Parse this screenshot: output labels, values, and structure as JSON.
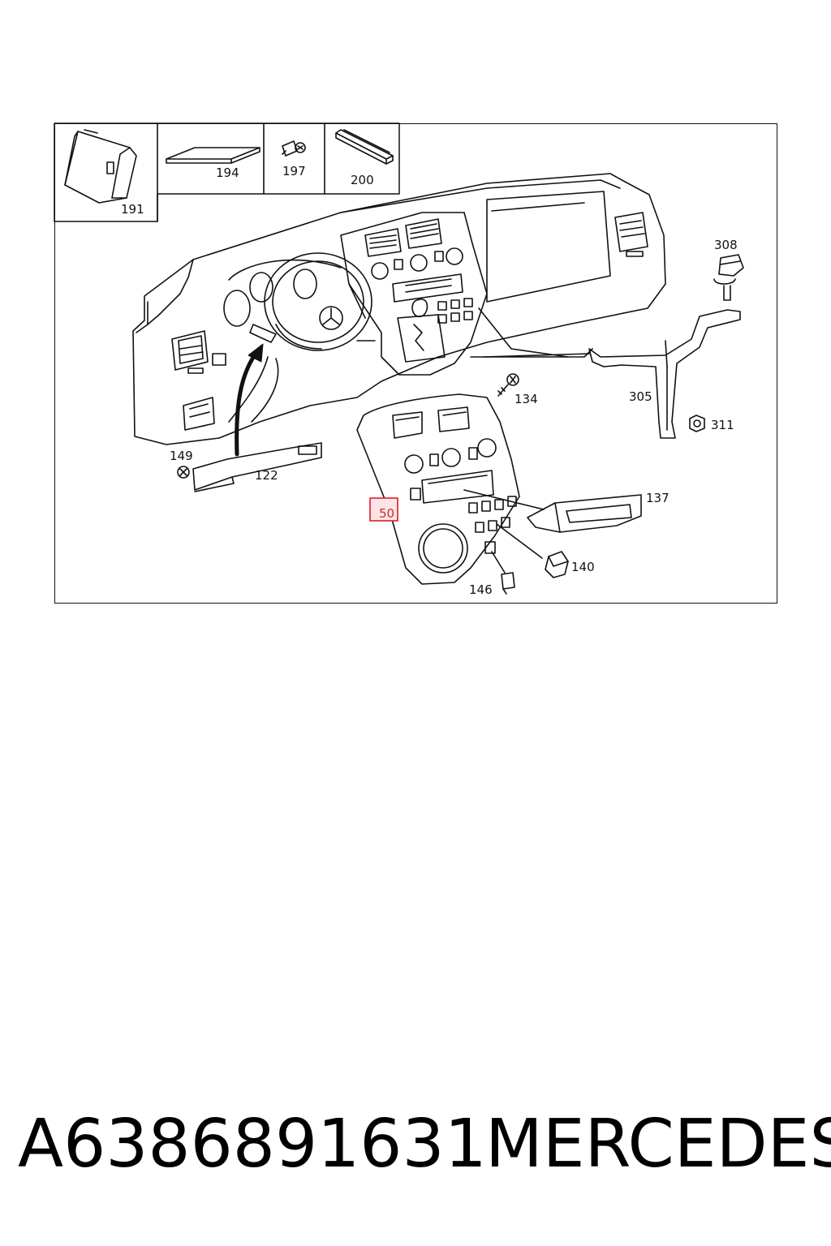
{
  "diagram": {
    "callouts": {
      "c191": "191",
      "c194": "194",
      "c197": "197",
      "c200": "200",
      "c308": "308",
      "c305": "305",
      "c311": "311",
      "c134": "134",
      "c149": "149",
      "c122": "122",
      "c137": "137",
      "c50": "50",
      "c140": "140",
      "c146": "146"
    },
    "highlight_color": "#e0303a"
  },
  "caption": {
    "part_number": "A6386891631",
    "brand": "MERCEDES"
  }
}
